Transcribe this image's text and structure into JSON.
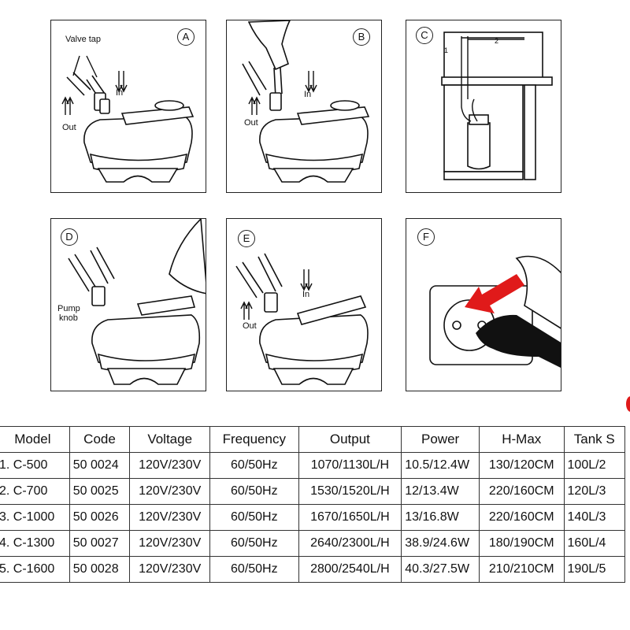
{
  "panels": {
    "a": {
      "badge": "A",
      "label_valve": "Valve tap",
      "label_in": "In",
      "label_out": "Out"
    },
    "b": {
      "badge": "B",
      "label_in": "In",
      "label_out": "Out"
    },
    "c": {
      "badge": "C",
      "marker1": "1",
      "marker2": "2"
    },
    "d": {
      "badge": "D",
      "label_pump": "Pump",
      "label_knob": "knob"
    },
    "e": {
      "badge": "E",
      "label_in": "In",
      "label_out": "Out"
    },
    "f": {
      "badge": "F",
      "arrow_color": "#e01a1a"
    }
  },
  "spec_table": {
    "headers": [
      "Model",
      "Code",
      "Voltage",
      "Frequency",
      "Output",
      "Power",
      "H-Max",
      "Tank S"
    ],
    "rows": [
      [
        "1. C-500",
        "50 0024",
        "120V/230V",
        "60/50Hz",
        "1070/1130L/H",
        "10.5/12.4W",
        "130/120CM",
        "100L/2"
      ],
      [
        "2. C-700",
        "50 0025",
        "120V/230V",
        "60/50Hz",
        "1530/1520L/H",
        "12/13.4W",
        "220/160CM",
        "120L/3"
      ],
      [
        "3. C-1000",
        "50 0026",
        "120V/230V",
        "60/50Hz",
        "1670/1650L/H",
        "13/16.8W",
        "220/160CM",
        "140L/3"
      ],
      [
        "4. C-1300",
        "50 0027",
        "120V/230V",
        "60/50Hz",
        "2640/2300L/H",
        "38.9/24.6W",
        "180/190CM",
        "160L/4"
      ],
      [
        "5. C-1600",
        "50 0028",
        "120V/230V",
        "60/50Hz",
        "2800/2540L/H",
        "40.3/27.5W",
        "210/210CM",
        "190L/5"
      ]
    ]
  }
}
